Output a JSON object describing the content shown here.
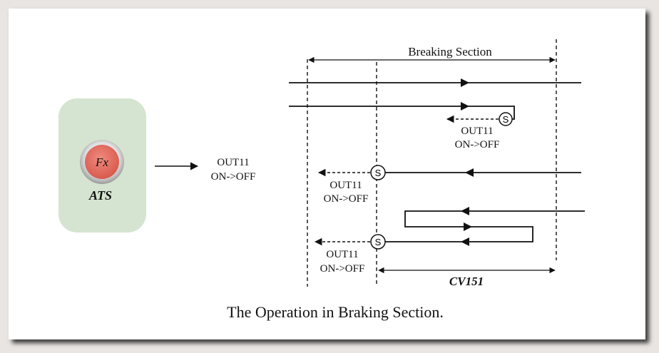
{
  "diagram": {
    "section_label": "Breaking Section",
    "caption": "The Operation in Braking Section.",
    "device": {
      "button_label": "Fx",
      "name": "ATS",
      "panel_color": "#d4e4d0",
      "button_color": "#ea6e62"
    },
    "output_main": {
      "line1": "OUT11",
      "line2": "ON->OFF"
    },
    "output_1": {
      "line1": "OUT11",
      "line2": "ON->OFF"
    },
    "output_2": {
      "line1": "OUT11",
      "line2": "ON->OFF"
    },
    "output_3": {
      "line1": "OUT11",
      "line2": "ON->OFF"
    },
    "stop_marker": "S",
    "cv_label": "CV151"
  }
}
